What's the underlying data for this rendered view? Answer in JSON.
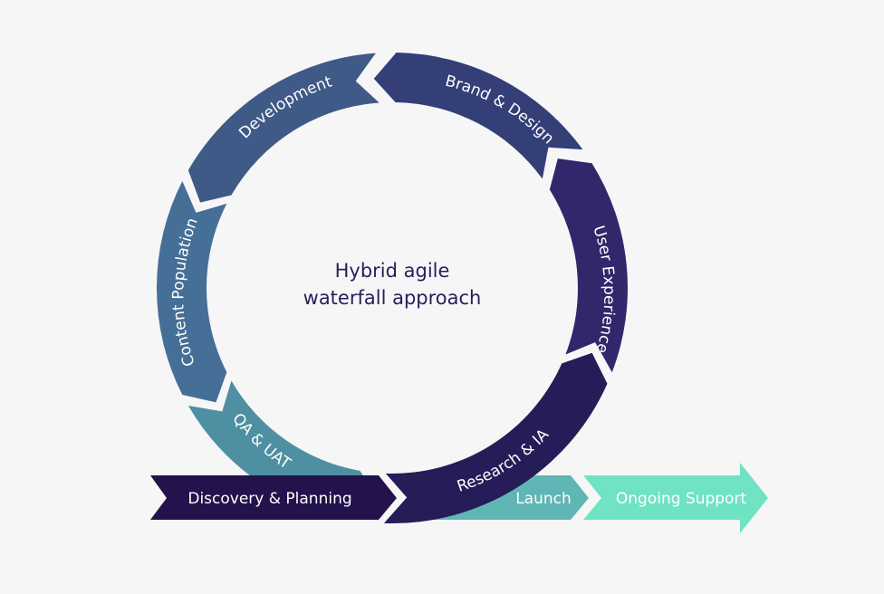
{
  "center_title": {
    "line1": "Hybrid agile",
    "line2": "waterfall approach"
  },
  "colors": {
    "background": "#f6f6f7",
    "development": "#3f5a86",
    "brand_design": "#343f77",
    "user_experience": "#30286a",
    "research_ia": "#261c57",
    "content_population": "#456f97",
    "qa_uat": "#4f8fa2",
    "discovery_planning": "#23124b",
    "launch": "#5fb6b4",
    "ongoing_support": "#6fe3c4",
    "center_text": "#2b1d5a"
  },
  "stages": {
    "brand_design": "Brand & Design",
    "user_experience": "User Experience",
    "research_ia": "Research & IA",
    "development": "Development",
    "content_population": "Content Population",
    "qa_uat": "QA & UAT",
    "discovery_planning": "Discovery & Planning",
    "launch": "Launch",
    "ongoing_support": "Ongoing Support"
  }
}
